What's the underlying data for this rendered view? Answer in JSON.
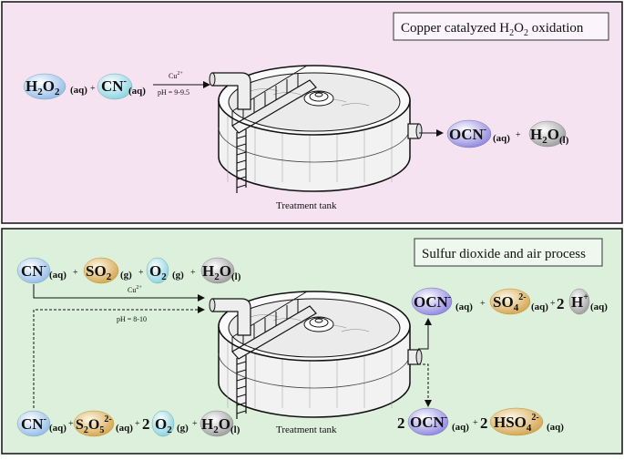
{
  "panel_top": {
    "title_parts": [
      "Copper catalyzed H",
      "2",
      "O",
      "2",
      " oxidation"
    ],
    "bg": "#f6e3f1",
    "reactants": [
      {
        "formula": "H",
        "sub": "2",
        "formula2": "O",
        "sub2": "2",
        "phase": "(aq)"
      },
      {
        "formula": "CN",
        "sup": "-",
        "phase": "(aq)"
      }
    ],
    "plus": "+",
    "catalyst": "Cu",
    "catalyst_sup": "2+",
    "condition": "pH = 9-9.5",
    "products": [
      {
        "formula": "OCN",
        "sup": "-",
        "phase": "(aq)"
      },
      {
        "formula": "H",
        "sub": "2",
        "formula2": "O",
        "phase": "(l)"
      }
    ],
    "tank_label": "Treatment tank"
  },
  "panel_bottom": {
    "title": "Sulfur dioxide and air process",
    "bg": "#dcf0dc",
    "reactants_row1": [
      {
        "formula": "CN",
        "sup": "-",
        "phase": "(aq)"
      },
      {
        "formula": "SO",
        "sub": "2",
        "phase": "(g)"
      },
      {
        "formula": "O",
        "sub": "2",
        "phase": "(g)"
      },
      {
        "formula": "H",
        "sub": "2",
        "formula2": "O",
        "phase": "(l)"
      }
    ],
    "reactants_row2": [
      {
        "formula": "CN",
        "sup": "-",
        "phase": "(aq)"
      },
      {
        "formula": "S",
        "sub": "2",
        "formula2": "O",
        "sub2": "5",
        "sup": "2-",
        "phase": "(aq)"
      },
      {
        "coef": "2",
        "formula": "O",
        "sub": "2",
        "phase": "(g)"
      },
      {
        "formula": "H",
        "sub": "2",
        "formula2": "O",
        "phase": "(l)"
      }
    ],
    "plus": "+",
    "catalyst": "Cu",
    "catalyst_sup": "2+",
    "condition": "pH = 8-10",
    "products_row1": [
      {
        "formula": "OCN",
        "sup": "-",
        "phase": "(aq)"
      },
      {
        "formula": "SO",
        "sub": "4",
        "sup": "2-",
        "phase": "(aq)"
      },
      {
        "coef": "2",
        "formula": "H",
        "sup": "+",
        "phase": "(aq)"
      }
    ],
    "products_row2": [
      {
        "coef": "2",
        "formula": "OCN",
        "sup": "-",
        "phase": "(aq)"
      },
      {
        "coef": "2",
        "formula": "HSO",
        "sub": "4",
        "sup": "2-",
        "phase": "(aq)"
      }
    ],
    "tank_label": "Treatment tank"
  },
  "colors": {
    "blue_oval": "#bcd6f2",
    "purple_oval": "#b9b3ec",
    "gray_oval": "#c9c9c9",
    "gold_oval": "#e3c68a",
    "cyan_oval": "#b6e6ee"
  }
}
